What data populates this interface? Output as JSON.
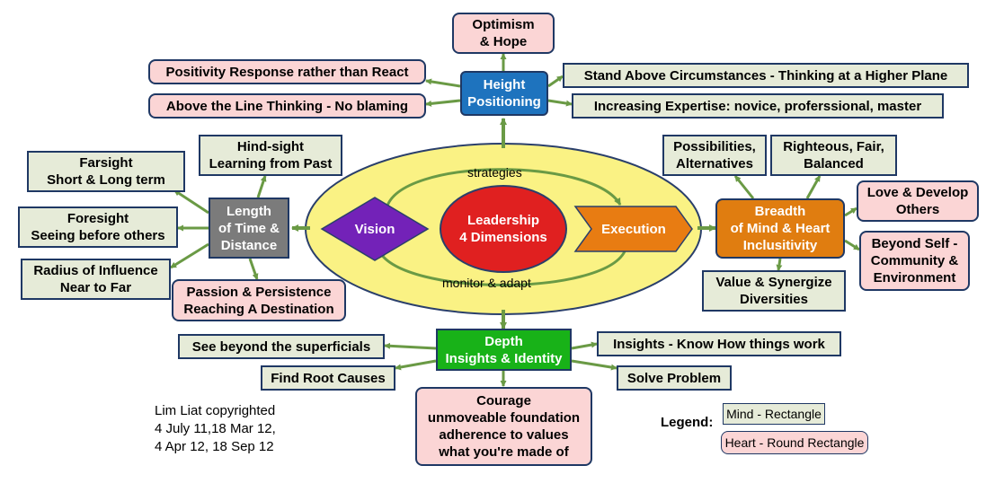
{
  "center": {
    "title": "Leadership\n4 Dimensions",
    "vision": "Vision",
    "execution": "Execution",
    "strategies": "strategies",
    "monitor": "monitor & adapt"
  },
  "hubs": {
    "height": "Height\nPositioning",
    "length": "Length\nof Time &\nDistance",
    "breadth": "Breadth\nof Mind & Heart\nInclusitivity",
    "depth": "Depth\nInsights & Identity"
  },
  "height_items": {
    "optimism": "Optimism\n& Hope",
    "positivity": "Positivity Response rather than React",
    "above_line": "Above the Line Thinking - No blaming",
    "stand_above": "Stand Above Circumstances - Thinking at a Higher Plane",
    "expertise": "Increasing Expertise: novice, proferssional, master"
  },
  "length_items": {
    "hindsight": "Hind-sight\nLearning from Past",
    "farsight": "Farsight\nShort & Long term",
    "foresight": "Foresight\nSeeing before others",
    "radius": "Radius of Influence\nNear to Far",
    "passion": "Passion & Persistence\nReaching A Destination"
  },
  "breadth_items": {
    "possibilities": "Possibilities,\nAlternatives",
    "righteous": "Righteous, Fair,\nBalanced",
    "love": "Love & Develop\nOthers",
    "beyond_self": "Beyond Self -\nCommunity &\nEnvironment",
    "value": "Value & Synergize\nDiversities"
  },
  "depth_items": {
    "superficials": "See beyond the superficials",
    "root_causes": "Find Root Causes",
    "courage": "Courage\nunmoveable foundation\nadherence to values\nwhat you're made of",
    "insights": "Insights - Know How things work",
    "solve": "Solve Problem"
  },
  "copyright": "Lim Liat copyrighted\n4 July 11,18 Mar 12,\n4 Apr 12, 18 Sep 12",
  "legend": {
    "label": "Legend:",
    "mind": "Mind - Rectangle",
    "heart": "Heart - Round Rectangle"
  },
  "colors": {
    "arrow": "#6a9a45",
    "ellipse": "#faf284",
    "leadership": "#e02020",
    "vision": "#7322b8",
    "execution": "#e87c12",
    "height": "#1e73be",
    "length": "#7b7b7b",
    "breadth": "#e07d10",
    "depth": "#18b218",
    "mind": "#e6ebd8",
    "heart": "#fbd5d5"
  }
}
